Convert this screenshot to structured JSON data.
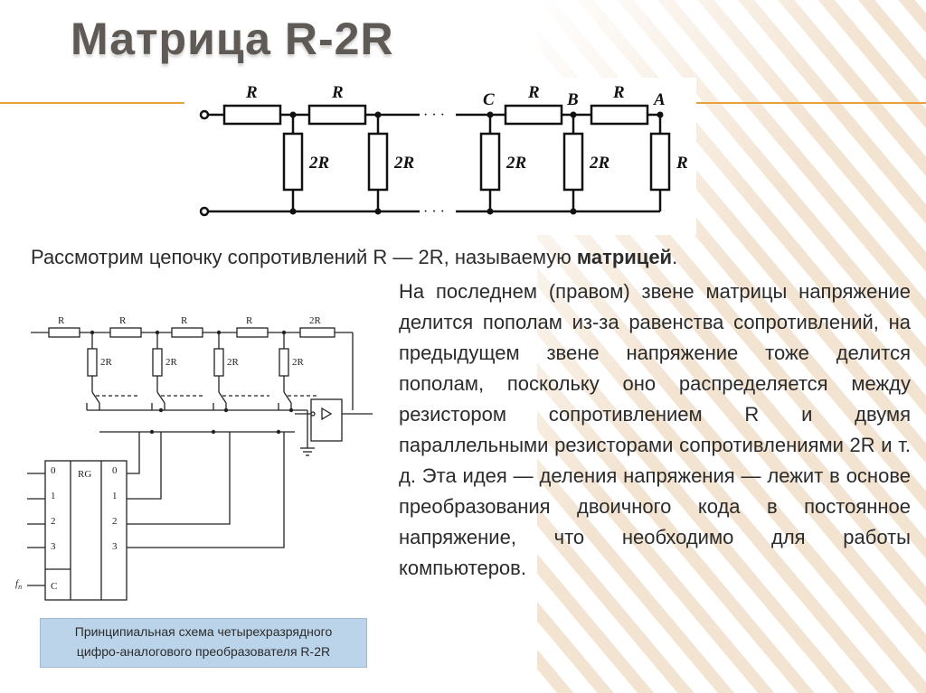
{
  "slide": {
    "title": "Матрица R-2R",
    "accent_color": "#e8a23a",
    "title_color": "#5f5a55"
  },
  "top_circuit": {
    "resistor_labels": [
      "R",
      "R",
      "R",
      "R",
      "2R",
      "2R",
      "2R",
      "2R",
      "R"
    ],
    "node_labels": [
      "C",
      "B",
      "A"
    ],
    "ellipsis": "· · ·"
  },
  "intro": {
    "before": "Рассмотрим цепочку сопротивлений R — 2R, называемую ",
    "bold": "матрицей",
    "after": "."
  },
  "body_text": "На последнем (правом) звене матрицы напряжение делится пополам из-за равенства сопротивлений, на предыдущем звене напряжение тоже делится пополам, поскольку оно распределяется между резистором сопротивлением R и двумя параллельными резисторами сопротивлениями 2R и т. д. Эта идея — деления напряжения — лежит в основе преобразования двоичного кода в постоянное напряжение, что необходимо для работы компьютеров.",
  "left_circuit": {
    "series_labels": [
      "R",
      "R",
      "R",
      "R",
      "2R"
    ],
    "shunt_labels": [
      "2R",
      "2R",
      "2R",
      "2R"
    ],
    "register_label": "RG",
    "input_labels": [
      "0",
      "1",
      "2",
      "3",
      "C"
    ],
    "output_labels": [
      "0",
      "1",
      "2",
      "3"
    ],
    "clock_label": "f",
    "clock_sub": "п"
  },
  "caption": {
    "line1": "Принципиальная схема четырехразрядного",
    "line2": "цифро-аналогового преобразователя R-2R",
    "bg_color": "#bcd4ea"
  }
}
